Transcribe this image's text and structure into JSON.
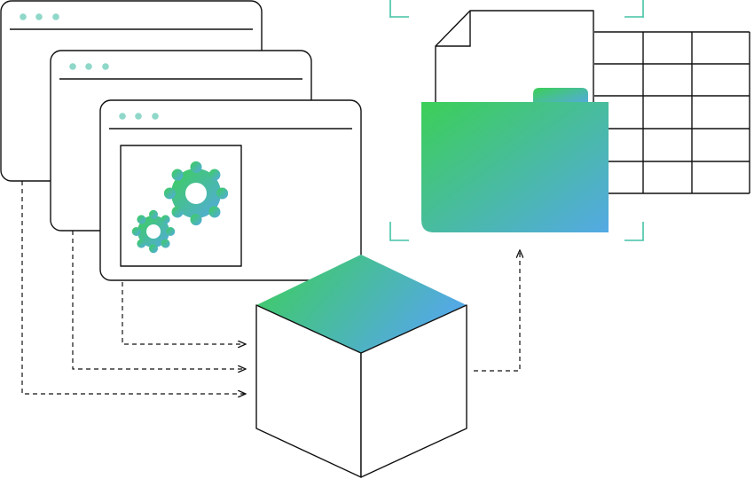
{
  "diagram": {
    "windows": [
      {
        "id": "window-back",
        "control_dots": 3
      },
      {
        "id": "window-middle",
        "control_dots": 3
      },
      {
        "id": "window-front",
        "control_dots": 3,
        "content": "gears"
      }
    ],
    "icons": {
      "gears": "gears-icon",
      "cube": "cube-icon",
      "folder": "folder-icon",
      "document": "document-icon",
      "table": "table-grid-icon"
    },
    "table": {
      "rows": 5,
      "cols": 3
    },
    "connectors": {
      "windows_to_cube": 3,
      "cube_to_folder": 1,
      "style": "dashed-arrow"
    },
    "colors": {
      "gradient_start": "#3ccf57",
      "gradient_end": "#54a9e4",
      "window_dot": "#8fd8c9",
      "outline": "#111111",
      "focus_corners": "#43c3a6",
      "background": "#ffffff"
    }
  }
}
